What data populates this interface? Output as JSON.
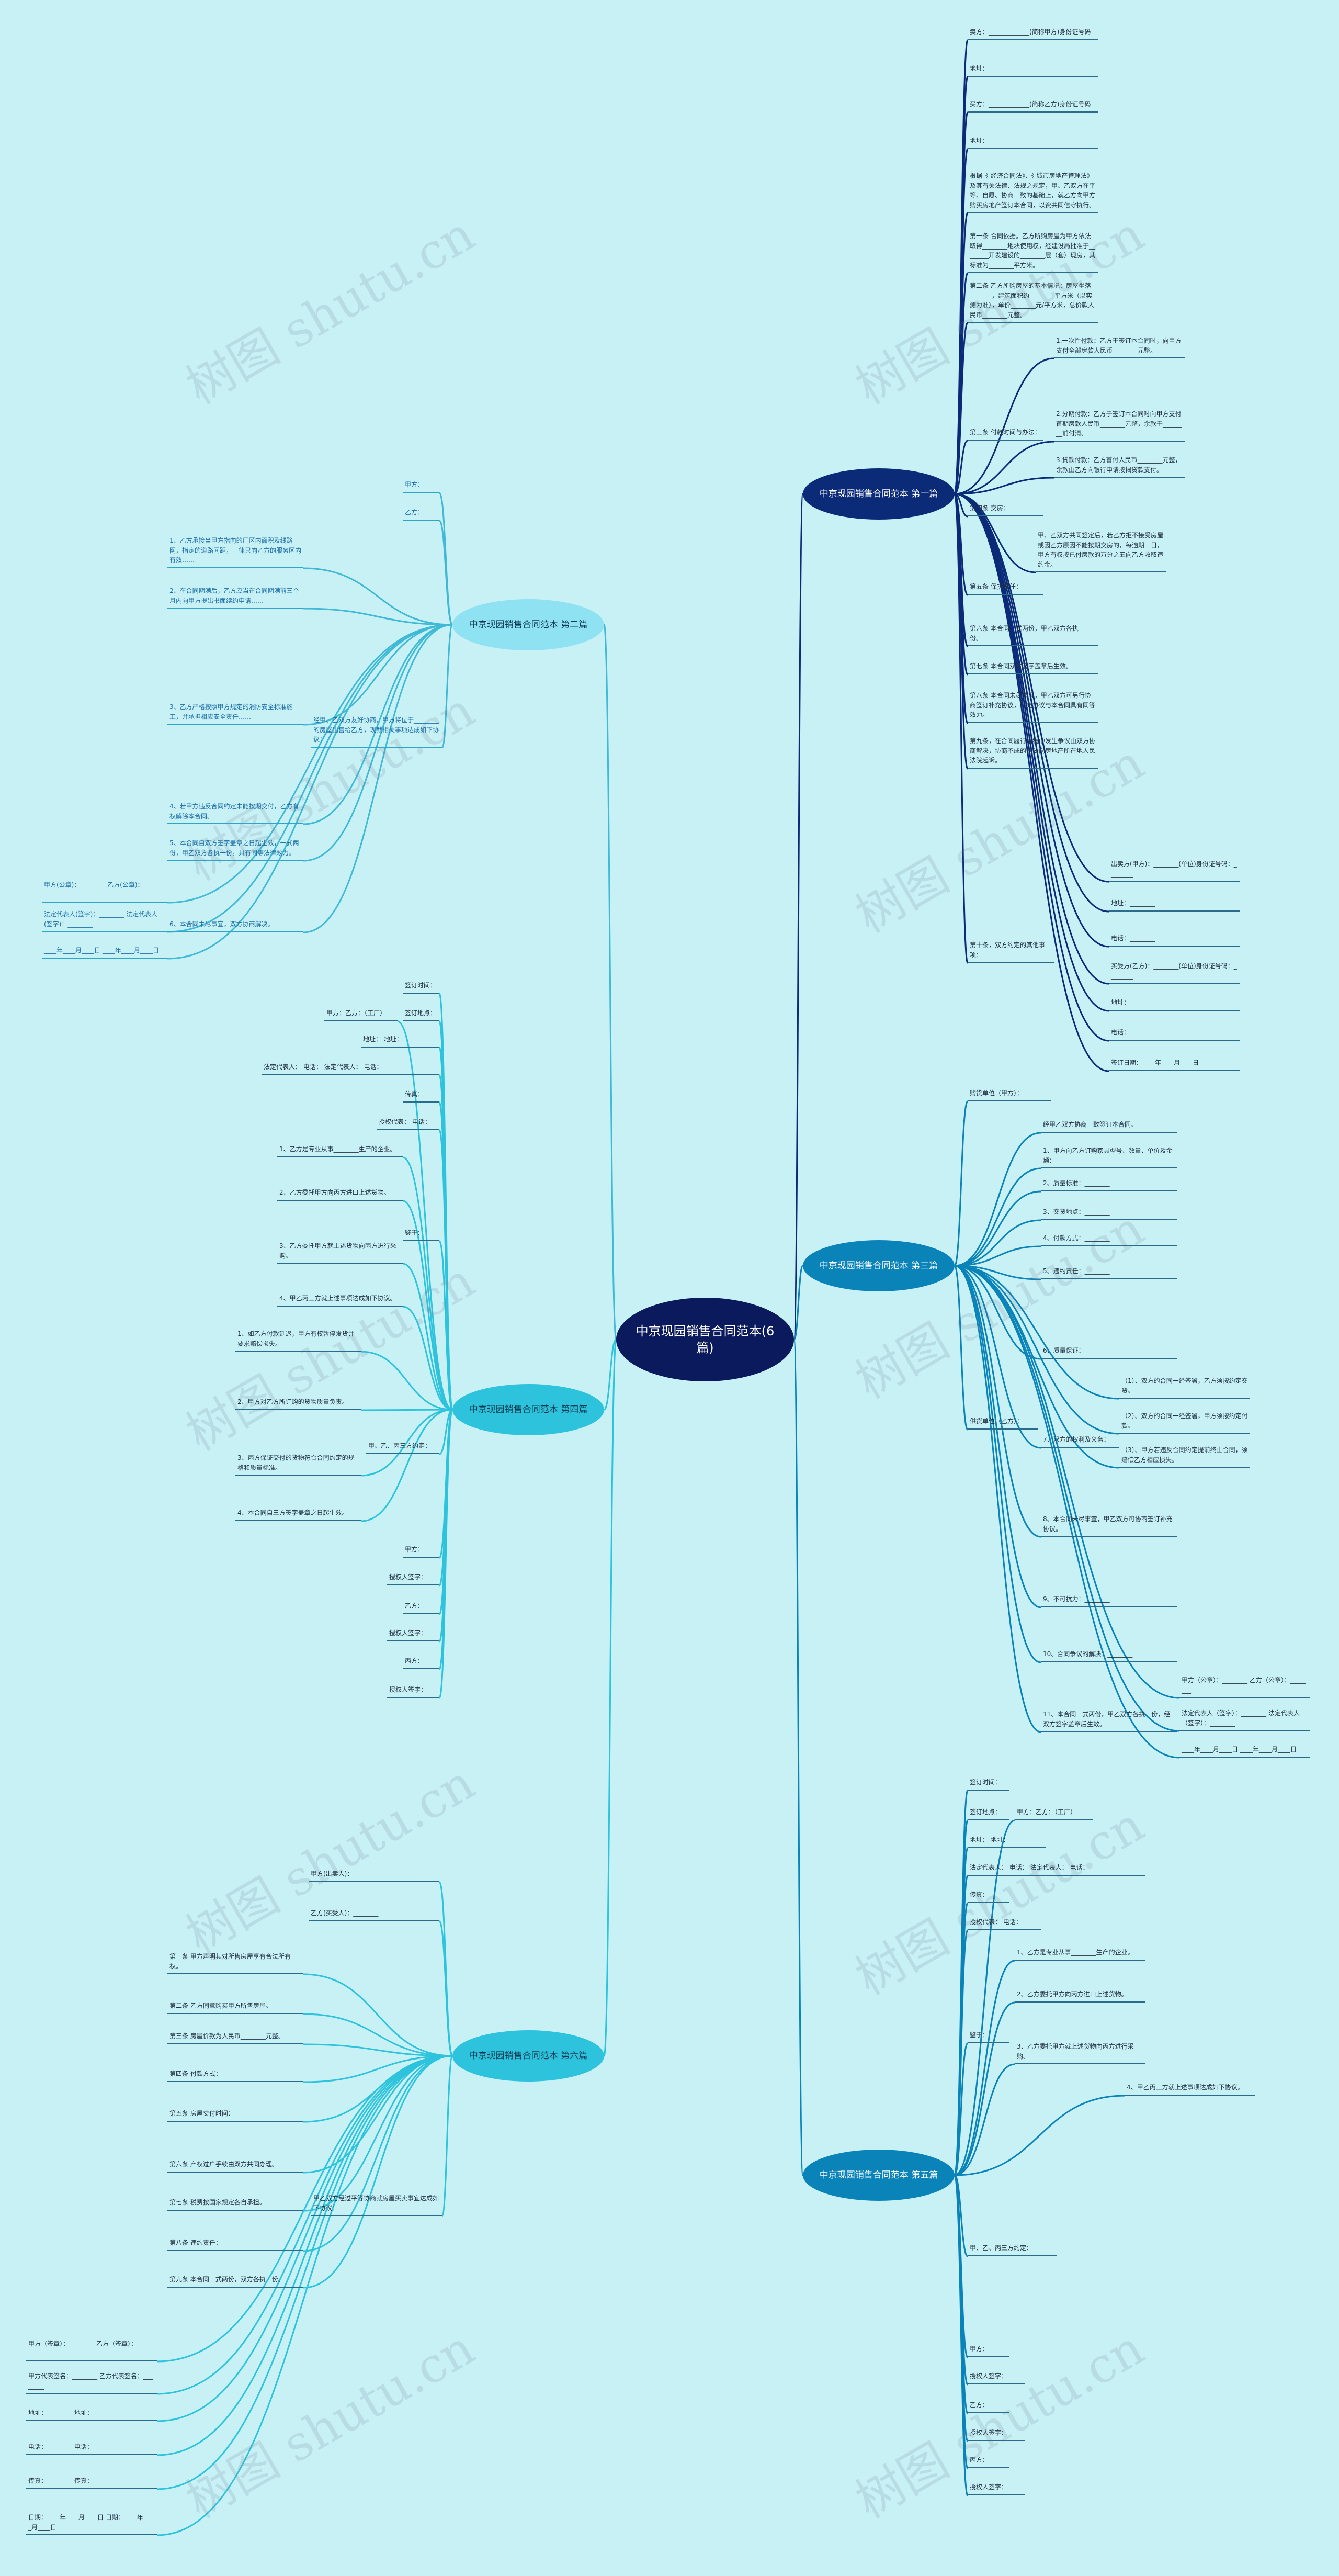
{
  "diagram": {
    "root": "中京现园销售合同范本(6篇)",
    "watermark": "树图 shutu.cn",
    "branches": {
      "b1": {
        "title": "中京现园销售合同范本 第一篇",
        "items": [
          "卖方：_____________(简称甲方)身份证号码",
          "地址：___________________",
          "买方：_____________(简称乙方)身份证号码",
          "地址：___________________",
          "根据《 经济合同法》、《 城市房地产管理法》及其有关法律、法规之规定，甲、乙双方在平等、自愿、协商一致的基础上，就乙方向甲方购买房地产签订本合同，以资共同信守执行。",
          "第一条 合同依据。乙方所购房屋为甲方依法取得________地块使用权，经建设局批准于________开发建设的________层（套）现房，其标准为________平方米。",
          "第二条 乙方所购房屋的基本情况：房屋坐落________，建筑面积约________平方米（以实测为准），单价________元/平方米，总价款人民币________元整。",
          "第三条 付款时间与办法：",
          "第四条 交房：",
          "第五条 保护责任：",
          "第六条 本合同一式两份，甲乙双方各执一份。",
          "第七条 本合同双方签字盖章后生效。",
          "第八条 本合同未尽事宜，甲乙双方可另行协商签订补充协议，补充协议与本合同具有同等效力。",
          "第九条，在合同履行过程中发生争议由双方协商解决，协商不成的依法向房地产所在地人民法院起诉。",
          "第十条，双方约定的其他事项："
        ],
        "sub_pay": [
          "1.一次性付款：乙方于签订本合同时，向甲方支付全部房款人民币________元整。",
          "2.分期付款：乙方于签订本合同时向甲方支付首期房款人民币________元整，余款于________前付清。",
          "3.贷款付款：乙方首付人民币________元整，余款由乙方向银行申请按揭贷款支付。"
        ],
        "sub_delay": "甲、乙双方共同签定后，若乙方拒不接受房屋或因乙方原因不能按期交房的，每逾期一日，甲方有权按已付房款的万分之五向乙方收取违约金。",
        "sign": [
          "出卖方(甲方)：________(单位)身份证号码：________",
          "地址：________",
          "电话：________",
          "买受方(乙方)：________(单位)身份证号码：________",
          "地址：________",
          "电话：________",
          "签订日期：____年____月____日"
        ]
      },
      "b2": {
        "title": "中京现园销售合同范本 第二篇",
        "items": [
          "甲方：",
          "乙方：",
          "1、乙方承接当甲方指向的厂区内面积及线路网，指定的道路间距，一律只向乙方的服务区内有效……",
          "2、在合同期满后，乙方应当在合同期满前三个月内向甲方提出书面续约申请……",
          "3、乙方严格按照甲方规定的消防安全标准施工，并承担相应安全责任……",
          "4、若甲方违反合同约定未能按期交付，乙方有权解除本合同。",
          "5、本合同自双方签字盖章之日起生效，一式两份，甲乙双方各执一份，具有同等法律效力。",
          "6、本合同未尽事宜，双方协商解决。"
        ],
        "mid_note": "经甲、乙双方友好协商，甲方将位于________的房屋出售给乙方，现就相关事项达成如下协议：",
        "sign": [
          "甲方(公章)：________ 乙方(公章)：________",
          "法定代表人(签字)：________ 法定代表人(签字)：________",
          "____年____月____日 ____年____月____日"
        ]
      },
      "b3": {
        "title": "中京现园销售合同范本 第三篇",
        "lead": "购货单位（甲方）：",
        "items": [
          "经甲乙双方协商一致签订本合同。",
          "1、甲方向乙方订购家具型号、数量、单价及金额：________",
          "2、质量标准：________",
          "3、交货地点：________",
          "4、付款方式：________",
          "5、违约责任：________",
          "6、质量保证：________",
          "7、双方的权利及义务：",
          "8、本合同未尽事宜，甲乙双方可协商签订补充协议。",
          "9、不可抗力：________",
          "10、合同争议的解决：________",
          "11、本合同一式两份，甲乙双方各执一份，经双方签字盖章后生效。"
        ],
        "duties": [
          "（1）、双方的合同一经签署，乙方须按约定交货。",
          "（2）、双方的合同一经签署，甲方须按约定付款。",
          "（3）、甲方若违反合同约定提前终止合同，须赔偿乙方相应损失。"
        ],
        "tail": "供货单位（乙方）：",
        "sign": [
          "甲方（公章）：________ 乙方（公章）：________",
          "法定代表人（签字）：________ 法定代表人（签字）：________",
          "____年____月____日 ____年____月____日"
        ]
      },
      "b4": {
        "title": "中京现园销售合同范本 第四篇",
        "items": [
          "签订时间：",
          "签订地点：",
          "甲方：乙方：（工厂）",
          "地址： 地址：",
          "法定代表人： 电话： 法定代表人： 电话：",
          "传真：",
          "授权代表： 电话：",
          "鉴于：",
          "甲、乙、丙三方约定："
        ],
        "premises": [
          "1、乙方是专业从事________生产的企业。",
          "2、乙方委托甲方向丙方进口上述货物。",
          "3、乙方委托甲方就上述货物向丙方进行采购。",
          "4、甲乙丙三方就上述事项达成如下协议。"
        ],
        "clauses": [
          "1、如乙方付款延迟，甲方有权暂停发货并要求赔偿损失。",
          "2、甲方对乙方所订购的货物质量负责。",
          "3、丙方保证交付的货物符合合同约定的规格和质量标准。",
          "4、本合同自三方签字盖章之日起生效。"
        ],
        "sign": [
          "甲方：",
          "授权人签字：",
          "乙方：",
          "授权人签字：",
          "丙方：",
          "授权人签字："
        ]
      },
      "b5": {
        "title": "中京现园销售合同范本 第五篇",
        "items": [
          "签订时间：",
          "签订地点：",
          "甲方：乙方：（工厂）",
          "地址： 地址：",
          "法定代表人： 电话： 法定代表人： 电话：",
          "传真：",
          "授权代表： 电话：",
          "鉴于：",
          "甲、乙、丙三方约定："
        ],
        "clauses": [
          "1、乙方是专业从事________生产的企业。",
          "2、乙方委托甲方向丙方进口上述货物。",
          "3、乙方委托甲方就上述货物向丙方进行采购。",
          "4、甲乙丙三方就上述事项达成如下协议。"
        ],
        "sign": [
          "甲方：",
          "授权人签字：",
          "乙方：",
          "授权人签字：",
          "丙方：",
          "授权人签字："
        ]
      },
      "b6": {
        "title": "中京现园销售合同范本 第六篇",
        "items": [
          "甲方(出卖人)：________",
          "乙方(买受人)：________",
          "第一条 甲方声明其对所售房屋享有合法所有权。",
          "第二条 乙方同意购买甲方所售房屋。",
          "第三条 房屋价款为人民币________元整。",
          "第四条 付款方式：________",
          "第五条 房屋交付时间：________",
          "第六条 产权过户手续由双方共同办理。",
          "第七条 税费按国家规定各自承担。",
          "第八条 违约责任：________",
          "第九条 本合同一式两份，双方各执一份。"
        ],
        "note": "甲乙双方经过平等协商就房屋买卖事宜达成如下协议：",
        "sign": [
          "甲方（签章）：________ 乙方（签章）：________",
          "甲方代表签名：________ 乙方代表签名：________",
          "地址：________ 地址：________",
          "电话：________ 电话：________",
          "传真：________ 传真：________",
          "日期：____年____月____日 日期：____年____月____日"
        ]
      }
    }
  }
}
